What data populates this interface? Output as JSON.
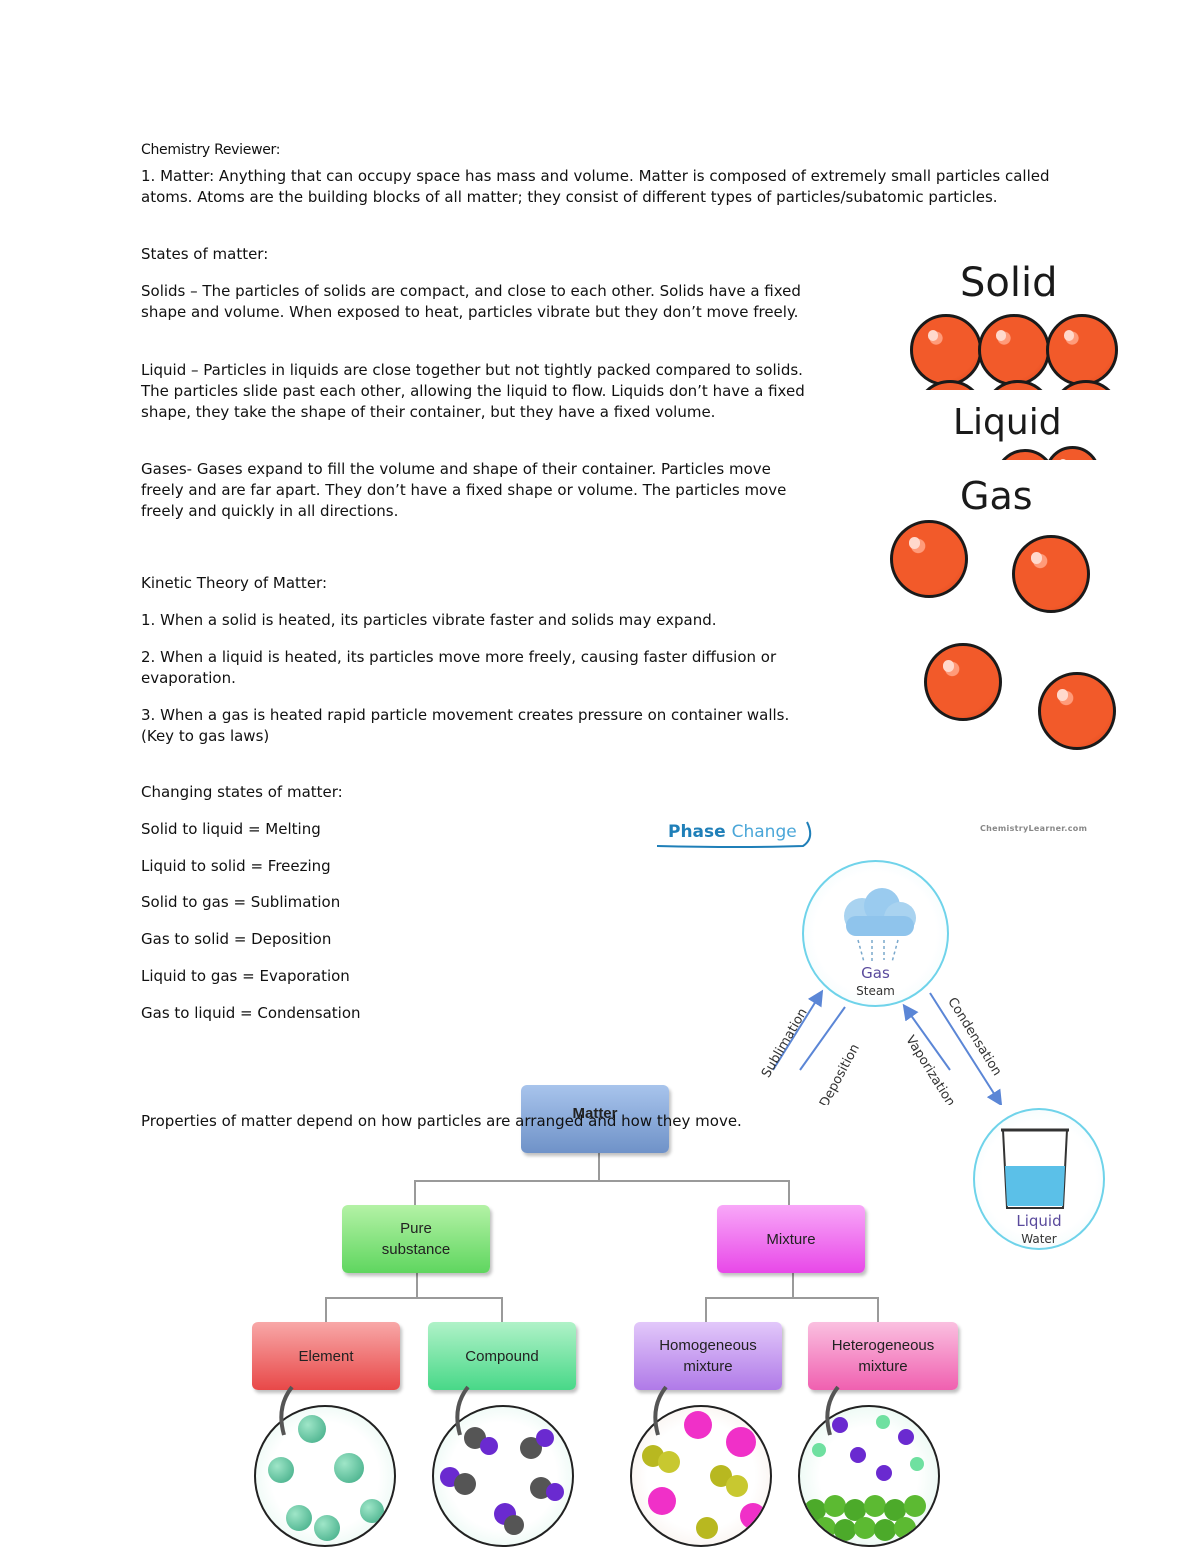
{
  "doc": {
    "title": "Chemistry Reviewer:",
    "matter_def": "1. Matter: Anything that can occupy space has mass and volume. Matter is composed of extremely small particles called atoms. Atoms are the building blocks of all matter; they consist of different types of particles/subatomic particles.",
    "states_heading": "States of matter:",
    "solids": "Solids – The particles of solids are compact, and close to each other. Solids have a fixed shape and volume. When exposed to heat, particles vibrate but they don’t move freely.",
    "liquid": "Liquid – Particles in liquids are close together but not tightly packed compared to solids. The particles slide past each other, allowing the liquid to flow. Liquids don’t have a fixed shape, they take the shape of their container, but they have a fixed volume.",
    "gases": "Gases- Gases expand to fill the volume and shape of their container. Particles move freely and are far apart. They don’t have a fixed shape or volume. The particles move freely and quickly in all directions.",
    "kinetic_heading": "Kinetic Theory of Matter:",
    "kinetic_1": "1. When a solid is heated, its particles vibrate faster and solids may expand.",
    "kinetic_2": "2. When a liquid is heated, its particles move more freely, causing faster diffusion or evaporation.",
    "kinetic_3": "3. When a gas is heated rapid particle movement creates pressure on container walls. (Key to gas laws)",
    "changing_heading": "Changing states of matter:",
    "changes": [
      "Solid to liquid = Melting",
      "Liquid to solid = Freezing",
      "Solid to gas = Sublimation",
      "Gas to solid = Deposition",
      "Liquid to gas = Evaporation",
      "Gas to liquid = Condensation"
    ],
    "properties": "Properties of matter depend on how particles are arranged and how they move."
  },
  "states_figure": {
    "solid": "Solid",
    "liquid": "Liquid",
    "gas": "Gas",
    "ball_color": "#f25a2a"
  },
  "phase_change": {
    "title_bold": "Phase",
    "title_light": "Change",
    "brand": "ChemistryLearner.com",
    "gas_label": "Gas",
    "gas_sub": "Steam",
    "liquid_label": "Liquid",
    "liquid_sub": "Water",
    "arrow_sublimation": "Sublimation",
    "arrow_deposition": "Deposition",
    "arrow_vaporization": "Vaporization",
    "arrow_condensation": "Condensation"
  },
  "matter_tree": {
    "root": "Matter",
    "pure": "Pure substance",
    "mixture": "Mixture",
    "element": "Element",
    "compound": "Compound",
    "homogeneous": "Homogeneous mixture",
    "heterogeneous": "Heterogeneous mixture",
    "colors": {
      "root": "#7b9ed0",
      "pure": "#7fe07f",
      "mixture": "#f070f0",
      "element": "#f06a6a",
      "compound": "#6fe0a0",
      "homogeneous": "#c090f0",
      "heterogeneous": "#f080c0"
    }
  }
}
